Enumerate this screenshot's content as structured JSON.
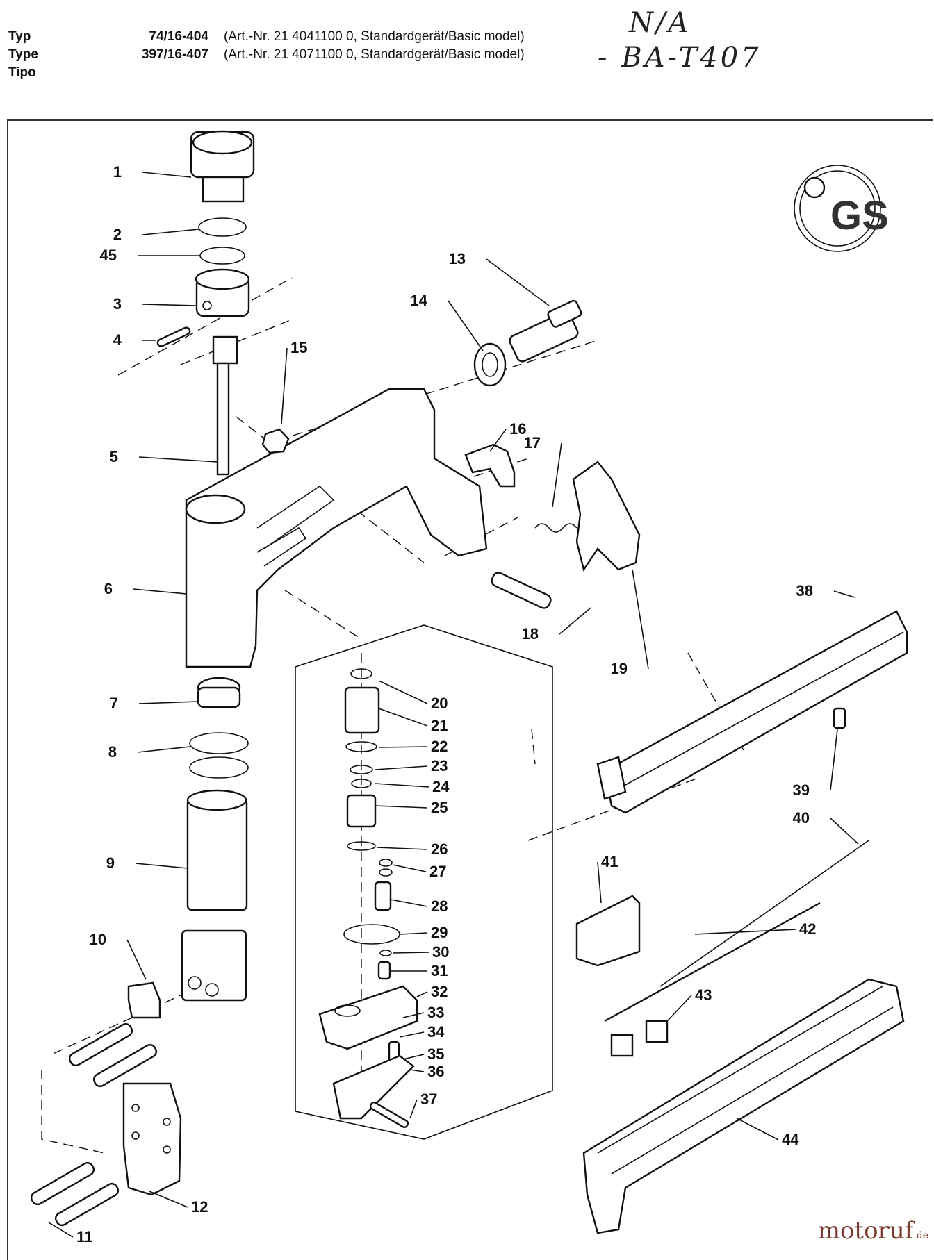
{
  "header": {
    "labels": [
      "Typ",
      "Type",
      "Tipo"
    ],
    "rows": [
      {
        "code": "74/16-404",
        "desc": "(Art.-Nr. 21 4041100 0, Standardgerät/Basic model)"
      },
      {
        "code": "397/16-407",
        "desc": "(Art.-Nr. 21 4071100 0, Standardgerät/Basic model)"
      }
    ],
    "handwritten": [
      "N/A",
      "- BA-T407"
    ]
  },
  "brand": {
    "name": "motoruf",
    "tld": ".de"
  },
  "parts": [
    "1",
    "2",
    "45",
    "3",
    "4",
    "5",
    "6",
    "7",
    "8",
    "9",
    "10",
    "11",
    "12",
    "13",
    "14",
    "15",
    "16",
    "17",
    "18",
    "19",
    "20",
    "21",
    "22",
    "23",
    "24",
    "25",
    "26",
    "27",
    "28",
    "29",
    "30",
    "31",
    "32",
    "33",
    "34",
    "35",
    "36",
    "37",
    "38",
    "39",
    "40",
    "41",
    "42",
    "43",
    "44"
  ],
  "colors": {
    "ink": "#111111",
    "brand": "#7a3b2e"
  }
}
